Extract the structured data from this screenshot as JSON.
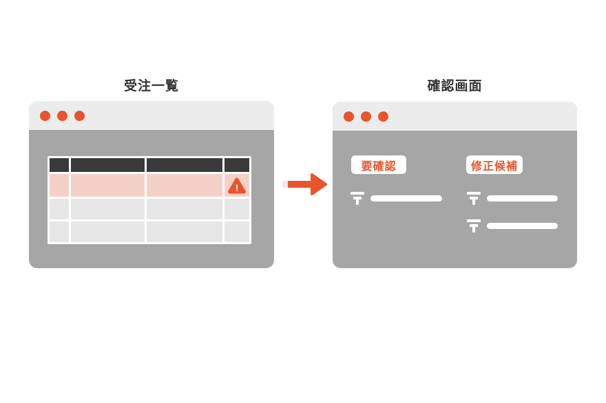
{
  "diagram": {
    "left": {
      "title": "受注一覧",
      "window_kind": "browser-mockup",
      "traffic_light_dots": 3,
      "table": {
        "column_count": 4,
        "rows": [
          "header",
          "alert-highlighted",
          "empty",
          "empty"
        ],
        "alert_row_has_warning_icon": true
      },
      "warning_glyph": "!"
    },
    "arrow": {
      "direction": "right"
    },
    "right": {
      "title": "確認画面",
      "window_kind": "browser-mockup",
      "traffic_light_dots": 3,
      "badges": [
        {
          "label": "要確認",
          "placeholder_items": 1
        },
        {
          "label": "修正候補",
          "placeholder_items": 2
        }
      ]
    },
    "colors": {
      "accent_orange": "#E8542B",
      "window_body_gray": "#A6A6A6",
      "titlebar_gray": "#ECECEC",
      "table_header_dark": "#3A3A3A",
      "alert_row_pink": "#F5D0C7",
      "row_gray": "#E6E6E6",
      "arrow_tail_gray": "#EAEAEA",
      "title_text": "#333333",
      "badge_bg": "#FFFFFF"
    }
  }
}
